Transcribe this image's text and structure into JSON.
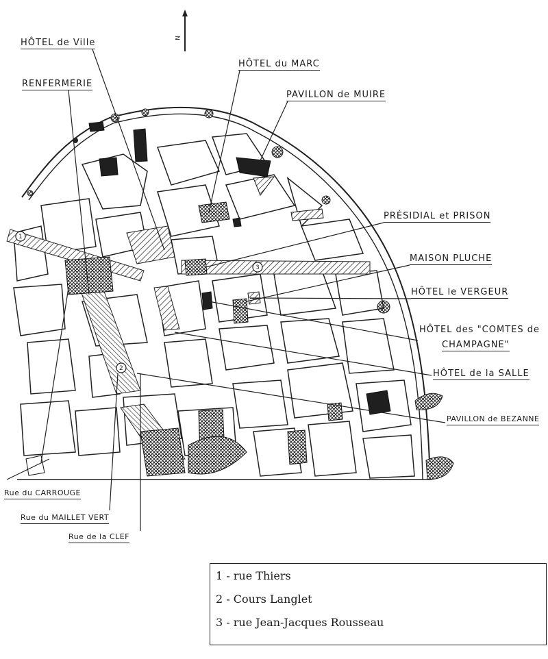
{
  "labels": {
    "hotel_de_ville": "HÔTEL de Ville",
    "renfermerie": "RENFERMERIE",
    "hotel_du_marc": "HÔTEL du MARC",
    "pavillon_de_muire": "PAVILLON de MUIRE",
    "presidial_prison": "PRÉSIDIAL et PRISON",
    "maison_pluche": "MAISON PLUCHE",
    "hotel_le_vergeur": "HÔTEL le VERGEUR",
    "hotel_comtes_line1": "HÔTEL des \"COMTES de",
    "hotel_comtes_line2": "CHAMPAGNE\"",
    "hotel_de_la_salle": "HÔTEL de la SALLE",
    "pavillon_de_bezanne": "PAVILLON de BEZANNE",
    "rue_du_carrouge": "Rue du CARROUGE",
    "rue_du_maillet_vert": "Rue du MAILLET VERT",
    "rue_de_la_clef": "Rue de la CLEF"
  },
  "north": "N",
  "street_numbers": {
    "one": "1",
    "two": "2",
    "three": "3"
  },
  "legend": [
    "1 - rue Thiers",
    "2 - Cours Langlet",
    "3 - rue Jean-Jacques Rousseau"
  ]
}
